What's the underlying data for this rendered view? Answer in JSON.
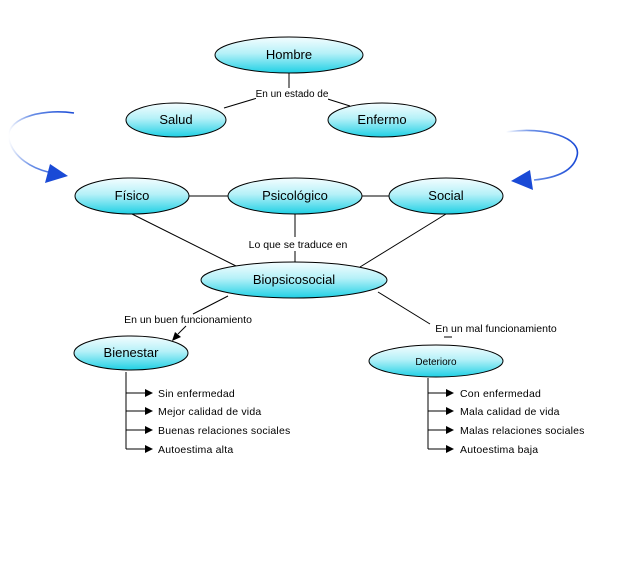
{
  "nodes": {
    "hombre": "Hombre",
    "salud": "Salud",
    "enfermo": "Enfermo",
    "fisico": "Físico",
    "psicologico": "Psicológico",
    "social": "Social",
    "biopsicosocial": "Biopsicosocial",
    "bienestar": "Bienestar",
    "deterioro": "Deterioro"
  },
  "edge_labels": {
    "estado": "En un estado de",
    "traduce": "Lo que se traduce en",
    "buen": "En un buen funcionamiento",
    "mal": "En un mal funcionamiento"
  },
  "bienestar_items": [
    "Sin enfermedad",
    "Mejor calidad de vida",
    "Buenas relaciones sociales",
    "Autoestima alta"
  ],
  "deterioro_items": [
    "Con enfermedad",
    "Mala calidad de vida",
    "Malas relaciones sociales",
    "Autoestima baja"
  ],
  "colors": {
    "node_fill_top": "#ffffff",
    "node_fill_bottom": "#22d3e6",
    "node_stroke": "#000000",
    "arrow_blue": "#1a4ad6"
  }
}
